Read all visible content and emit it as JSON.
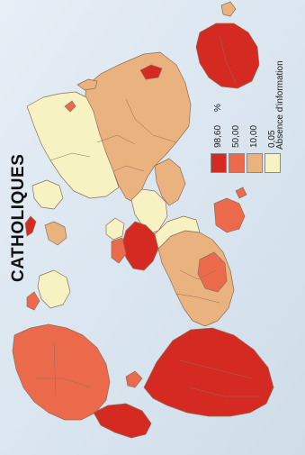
{
  "title": "CATHOLIQUES",
  "legend": {
    "unit": "%",
    "items": [
      {
        "label": "98,60",
        "color": "#d42a22"
      },
      {
        "label": "50,00",
        "color": "#ec6a4c"
      },
      {
        "label": "10,00",
        "color": "#eab27e"
      },
      {
        "label": "0,05",
        "color": "#f7f2c2"
      }
    ],
    "no_info_label": "Absence d'information"
  },
  "colors": {
    "ocean": "#dde7f0",
    "border": "#8e6f5a",
    "level_1": "#d42a22",
    "level_2": "#ec6a4c",
    "level_3": "#eab27e",
    "level_4": "#f7f2c2"
  }
}
